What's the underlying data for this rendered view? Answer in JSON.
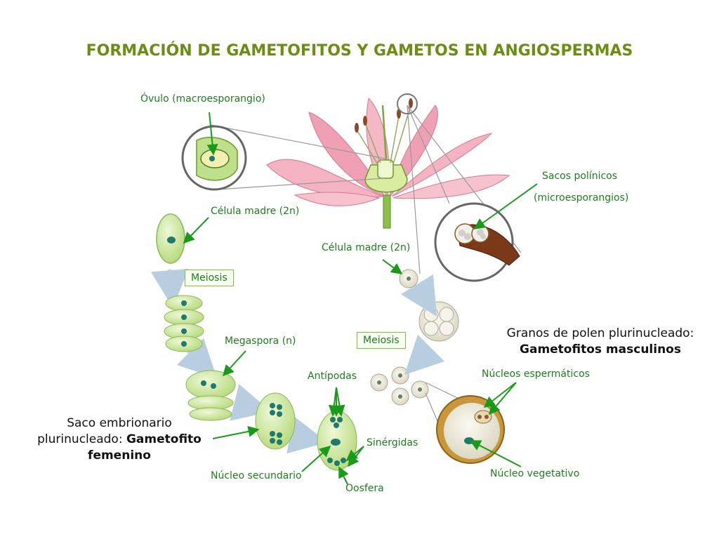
{
  "title": "FORMACIÓN DE GAMETOFITOS Y GAMETOS EN ANGIOSPERMAS",
  "labels": {
    "ovulo": "Óvulo (macroesporangio)",
    "celula_madre_fem": "Célula madre (2n)",
    "meiosis_fem": "Meiosis",
    "megaspora": "Megaspora (n)",
    "saco_line1": "Saco embrionario",
    "saco_line2_prefix": "plurinucleado: ",
    "saco_line2_bold": "Gametofito",
    "saco_line3_bold": "femenino",
    "antipodas": "Antípodas",
    "sinergidas": "Sinérgidas",
    "nucleo_secundario": "Núcleo secundario",
    "oosfera": "Oosfera",
    "sacos_polinicos": "Sacos polínicos",
    "microesporangios": "(microesporangios)",
    "celula_madre_masc": "Célula madre (2n)",
    "meiosis_masc": "Meiosis",
    "granos_line1": "Granos de polen plurinucleado:",
    "granos_line2": "Gametofitos masculinos",
    "nucleos_espermaticos": "Núcleos espermáticos",
    "nucleo_vegetativo": "Núcleo vegetativo"
  },
  "colors": {
    "title": "#6a8f10",
    "label": "#1e7d1e",
    "arrow": "#1a9a1a",
    "cell_fill": "#cfe8a0",
    "nucleus": "#1f7a6a",
    "petal": "#f0a8b8",
    "pollen_coat": "#b8862e"
  }
}
